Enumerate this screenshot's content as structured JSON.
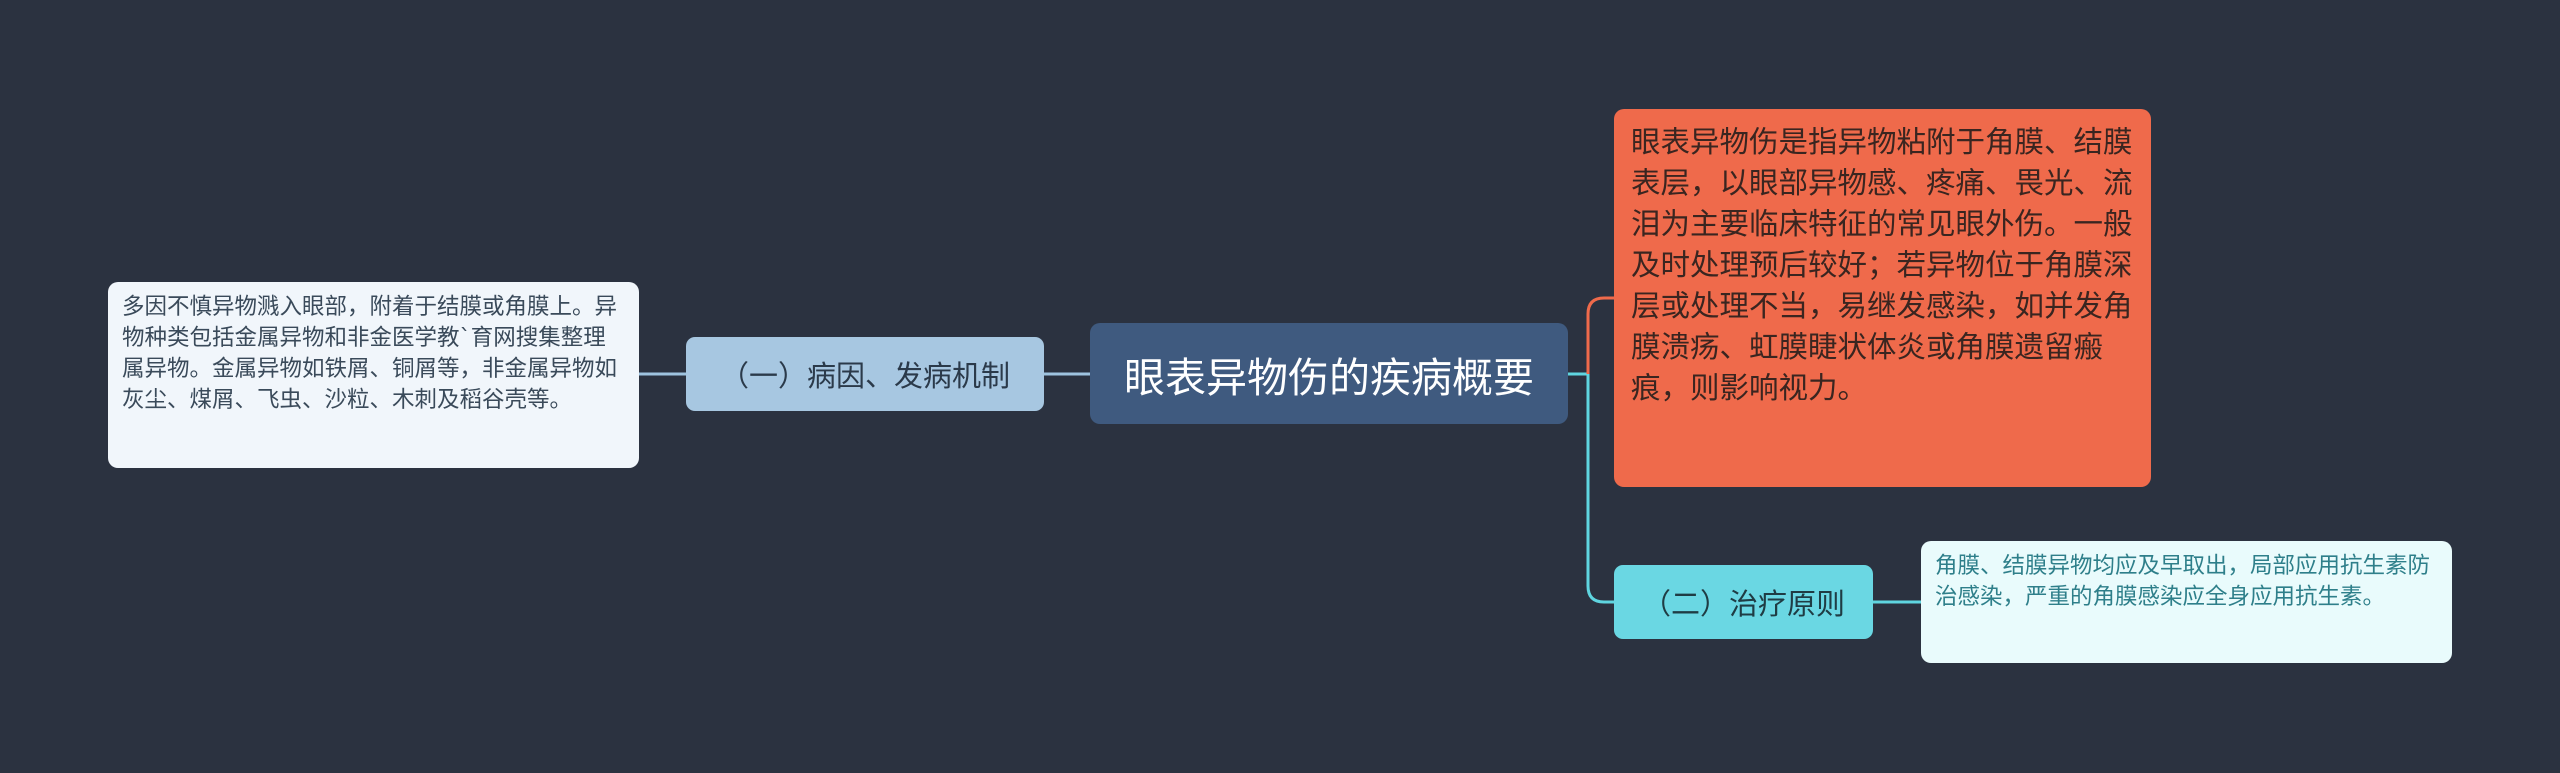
{
  "mindmap": {
    "center": {
      "label": "眼表异物伤的疾病概要"
    },
    "left_branch": {
      "label": "（一）病因、发病机制",
      "leaf": "多因不慎异物溅入眼部，附着于结膜或角膜上。异物种类包括金属异物和非金医学教`育网搜集整理属异物。金属异物如铁屑、铜屑等，非金属异物如灰尘、煤屑、飞虫、沙粒、木刺及稻谷壳等。"
    },
    "right_detail": {
      "text": "眼表异物伤是指异物粘附于角膜、结膜表层，以眼部异物感、疼痛、畏光、流泪为主要临床特征的常见眼外伤。一般及时处理预后较好；若异物位于角膜深层或处理不当，易继发感染，如并发角膜溃疡、虹膜睫状体炎或角膜遗留瘢痕，则影响视力。"
    },
    "right_branch": {
      "label": "（二）治疗原则",
      "leaf": "角膜、结膜异物均应及早取出，局部应用抗生素防治感染，严重的角膜感染应全身应用抗生素。"
    }
  },
  "colors": {
    "background": "#2b3240",
    "center": "#3f5a7f",
    "left_branch": "#a7c7e1",
    "left_leaf": "#f1f6fb",
    "right_detail": "#ef6a4b",
    "right_branch": "#6ad7e3",
    "right_leaf": "#e9fbfc",
    "left_connector": "#9ec3df",
    "right_connector": "#5fd5e0"
  }
}
